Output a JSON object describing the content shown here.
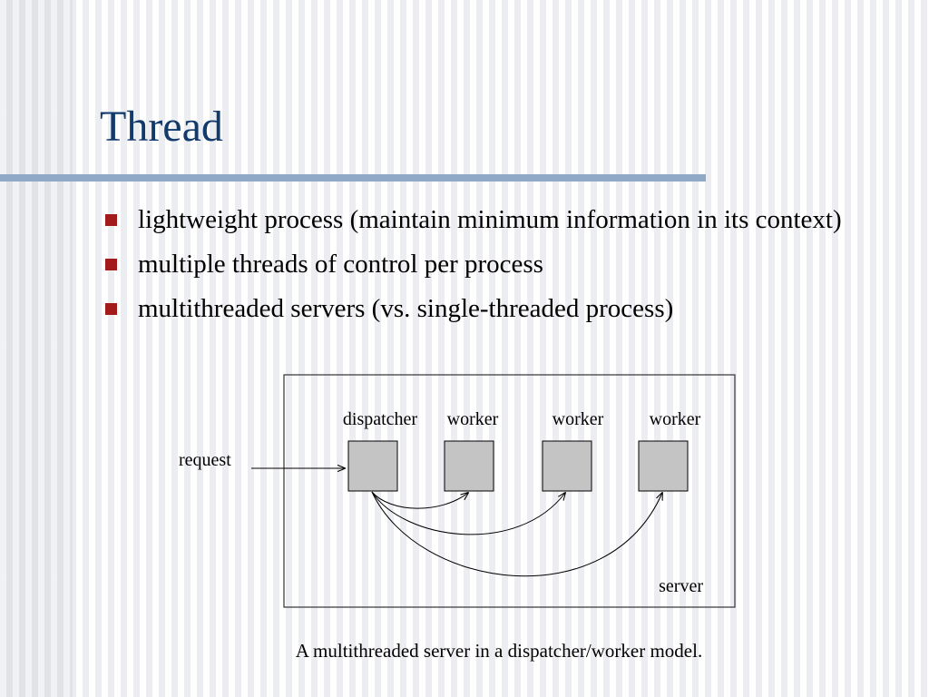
{
  "slide": {
    "title": "Thread",
    "bullets": [
      "lightweight process (maintain minimum information in its context)",
      "multiple threads of control per process",
      "multithreaded servers (vs. single-threaded process)"
    ],
    "accent_color": "#123a6b",
    "rule_color": "#8fa9c6",
    "bullet_color": "#a31a1a"
  },
  "diagram": {
    "request_label": "request",
    "dispatcher_label": "dispatcher",
    "worker_labels": [
      "worker",
      "worker",
      "worker"
    ],
    "server_label": "server",
    "box_fill": "#c4c4c4"
  },
  "caption": "A multithreaded server in a dispatcher/worker model."
}
